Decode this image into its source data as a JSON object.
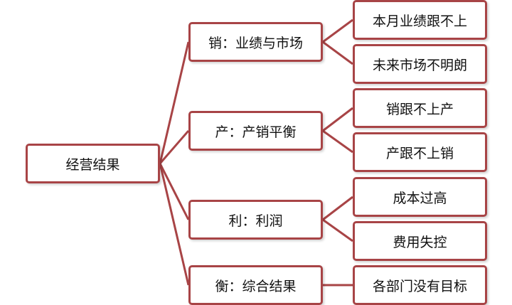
{
  "diagram": {
    "root": {
      "label": "经营结果"
    },
    "branches": [
      {
        "label": "销：业绩与市场",
        "children": [
          "本月业绩跟不上",
          "未来市场不明朗"
        ]
      },
      {
        "label": "产：产销平衡",
        "children": [
          "销跟不上产",
          "产跟不上销"
        ]
      },
      {
        "label": "利：利润",
        "children": [
          "成本过高",
          "费用失控"
        ]
      },
      {
        "label": "衡：综合结果",
        "children": [
          "各部门没有目标"
        ]
      }
    ]
  },
  "colors": {
    "border": "#a84446",
    "connector": "#a84446",
    "text": "#111111",
    "background": "#ffffff"
  }
}
